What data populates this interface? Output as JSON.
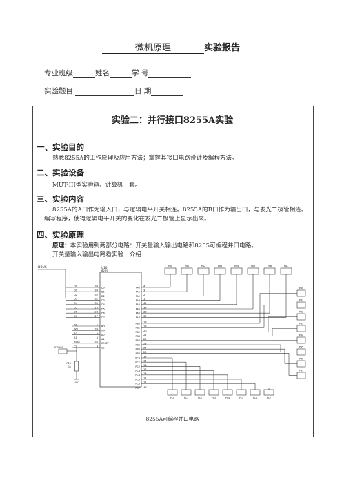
{
  "header": {
    "course": "微机原理",
    "report_label": "实验报告",
    "line1": [
      "专业班级",
      "姓名",
      "学 号"
    ],
    "line2": [
      "实验题目",
      "日 期"
    ]
  },
  "experiment": {
    "title": "实验二：并行接口8255A实验",
    "sections": [
      {
        "heading": "一、实验目的",
        "text": "熟悉8255A的工作原理及应用方法；掌握其接口电路设计及编程方法。"
      },
      {
        "heading": "二、实验设备",
        "text": "MUT-III型实验箱、计算机一套。"
      },
      {
        "heading": "三、实验内容",
        "text": "8255A的A口作为输入口，与逻辑电平开关相连。8255A的B口作为输出口，与发光二极管相连。编写程序，使得逻辑电平开关的变化在发光二极管上显示出来。"
      },
      {
        "heading": "四、实验原理",
        "label": "原理：",
        "text": "本实验用到两部分电路：开关量输入输出电路和8255可编程并口电路。",
        "text2": "开关量输入输出电路看实验一介绍"
      }
    ]
  },
  "diagram": {
    "caption": "8255A可编程并口电路",
    "bus_label": "DBUS",
    "chip_label": "U10",
    "chip_part": "8255",
    "resistor_label": "R10",
    "resistor_value": "1k",
    "vcc_label": "VCC",
    "side_label": "8255CS",
    "left_pins": [
      "D0",
      "D1",
      "D2",
      "D3",
      "D4",
      "D5",
      "D6",
      "D7",
      "RD",
      "WR",
      "A0",
      "A1",
      "RESET",
      "CS"
    ],
    "left_nums": [
      "34",
      "33",
      "32",
      "31",
      "30",
      "29",
      "28",
      "27",
      "5",
      "36",
      "9",
      "8",
      "35",
      "6"
    ],
    "pa_pins": [
      "PA0",
      "PA1",
      "PA2",
      "PA3",
      "PA4",
      "PA5",
      "PA6",
      "PA7"
    ],
    "pa_nums": [
      "4",
      "3",
      "2",
      "1",
      "40",
      "39",
      "38",
      "37"
    ],
    "pb_pins": [
      "PB0",
      "PB1",
      "PB2",
      "PB3",
      "PB4",
      "PB5",
      "PB6",
      "PB7"
    ],
    "pb_nums": [
      "18",
      "19",
      "20",
      "21",
      "22",
      "23",
      "24",
      "25"
    ],
    "pc_pins": [
      "PC0",
      "PC1",
      "PC2",
      "PC3",
      "PC4",
      "PC5",
      "PC6",
      "PC7"
    ],
    "pc_nums": [
      "14",
      "15",
      "16",
      "17",
      "13",
      "12",
      "11",
      "10"
    ],
    "top_conn": [
      "PA0",
      "PA1",
      "PA2",
      "PA3",
      "PA4",
      "PA5",
      "PA6",
      "PA7"
    ],
    "right_conn": [
      "PB0",
      "PB1",
      "PB2",
      "PB3",
      "PB4",
      "PB5",
      "PB6",
      "PB7"
    ],
    "bottom_conn": [
      "PC0",
      "PC1",
      "PC2",
      "PC3",
      "PC4",
      "PC5",
      "PC6",
      "PC7"
    ]
  }
}
